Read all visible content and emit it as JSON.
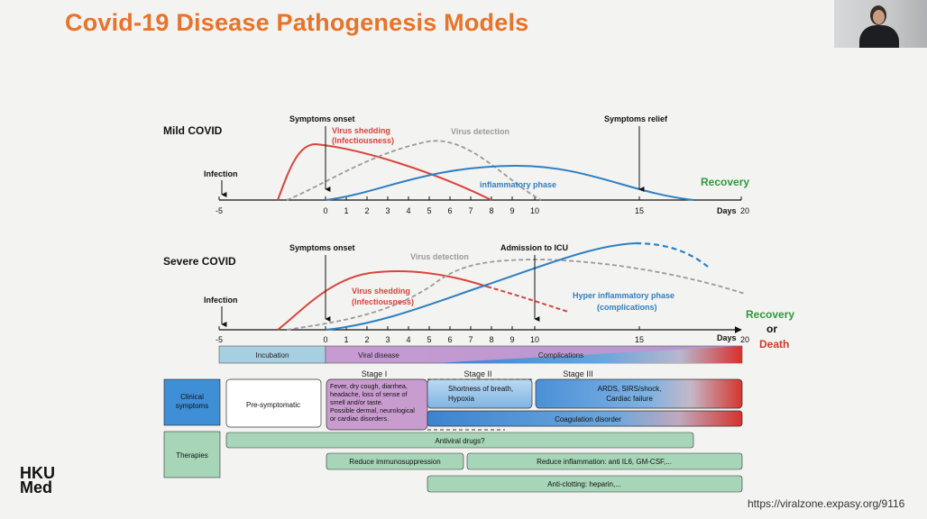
{
  "title": "Covid-19 Disease Pathogenesis Models",
  "logo": {
    "line1": "HKU",
    "line2": "Med"
  },
  "source_url": "https://viralzone.expasy.org/9116",
  "mild": {
    "heading": "Mild COVID",
    "symptoms_onset": "Symptoms onset",
    "symptoms_relief": "Symptoms relief",
    "infection": "Infection",
    "virus_shedding_1": "Virus shedding",
    "virus_shedding_2": "(Infectiousness)",
    "virus_detection": "Virus detection",
    "inflammatory_phase": "inflammatory phase",
    "recovery": "Recovery",
    "days": "Days",
    "tick_labels": [
      "-5",
      "0",
      "1",
      "2",
      "3",
      "4",
      "5",
      "6",
      "7",
      "8",
      "9",
      "10",
      "15",
      "20"
    ]
  },
  "severe": {
    "heading": "Severe COVID",
    "symptoms_onset": "Symptoms onset",
    "admission": "Admission to ICU",
    "infection": "Infection",
    "virus_detection": "Virus detection",
    "virus_shedding_1": "Virus shedding",
    "virus_shedding_2": "(Infectiousness)",
    "hyper_1": "Hyper inflammatory phase",
    "hyper_2": "(complications)",
    "recovery": "Recovery",
    "or": "or",
    "death": "Death",
    "days": "Days",
    "tick_labels": [
      "-5",
      "0",
      "1",
      "2",
      "3",
      "4",
      "5",
      "6",
      "7",
      "8",
      "9",
      "10",
      "15",
      "20"
    ]
  },
  "phases": {
    "incubation": "Incubation",
    "viral_disease": "Viral disease",
    "complications": "Complications"
  },
  "stages": {
    "stage1": "Stage I",
    "stage2": "Stage II",
    "stage3": "Stage III"
  },
  "clinical": {
    "label_1": "Clinical",
    "label_2": "symptoms",
    "pre_symptomatic": "Pre-symptomatic",
    "stage1_lines": [
      "Fever, dry cough, diarrhea,",
      "headache, loss of sense of",
      "smell and/or taste.",
      "Possible dermal, neurological",
      "or cardiac disorders."
    ],
    "stage2_lines": [
      "Shortness of breath,",
      "Hypoxia"
    ],
    "stage3_lines": [
      "ARDS, SIRS/shock,",
      "Cardiac failure"
    ],
    "coagulation": "Coagulation disorder"
  },
  "therapies": {
    "label": "Therapies",
    "antiviral": "Antiviral drugs?",
    "reduce_immuno": "Reduce immunosuppression",
    "reduce_inflammation": "Reduce inflammation: anti IL6, GM-CSF,...",
    "anticlotting": "Anti-clotting: heparin,..."
  },
  "colors": {
    "title": "#e8732a",
    "shedding": "#d8453c",
    "detection": "#9a9a9a",
    "inflammation": "#2f7fc1",
    "recovery": "#2e9a3f",
    "death": "#d33a2a",
    "therapy": "#a6d5b8",
    "viral": "#c9a3d2"
  }
}
